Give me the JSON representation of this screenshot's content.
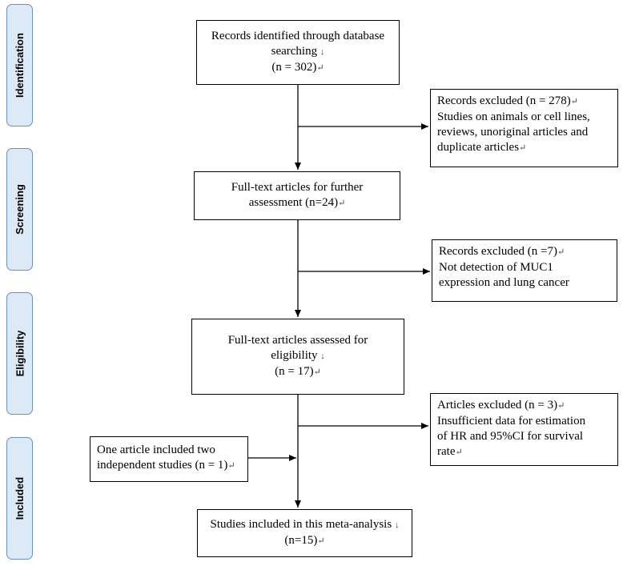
{
  "stages": {
    "identification": "Identification",
    "screening": "Screening",
    "eligibility": "Eligibility",
    "included": "Included"
  },
  "boxes": {
    "identified": {
      "line1": "Records identified through database",
      "line2": "searching",
      "line3": "(n = 302)"
    },
    "excluded1": {
      "line1": "Records excluded (n = 278)",
      "line2": "Studies on animals or cell lines,",
      "line3": "reviews, unoriginal articles and",
      "line4": "duplicate articles"
    },
    "fulltext": {
      "line1": "Full-text articles for further",
      "line2": "assessment (n=24)"
    },
    "excluded2": {
      "line1": "Records excluded (n =7)",
      "line2": "Not detection of MUC1",
      "line3": "expression and lung cancer"
    },
    "assessed": {
      "line1": "Full-text articles assessed for",
      "line2": "eligibility",
      "line3": "(n = 17)"
    },
    "excluded3": {
      "line1": "Articles excluded (n = 3)",
      "line2": "Insufficient data for estimation",
      "line3": "of HR and 95%CI for survival",
      "line4": "rate"
    },
    "onearticle": {
      "line1": "One article included two",
      "line2": "independent studies (n = 1)"
    },
    "included": {
      "line1": "Studies included in this meta-analysis",
      "line2": "(n=15)"
    }
  },
  "marks": {
    "return": "↵",
    "down": "↓"
  }
}
